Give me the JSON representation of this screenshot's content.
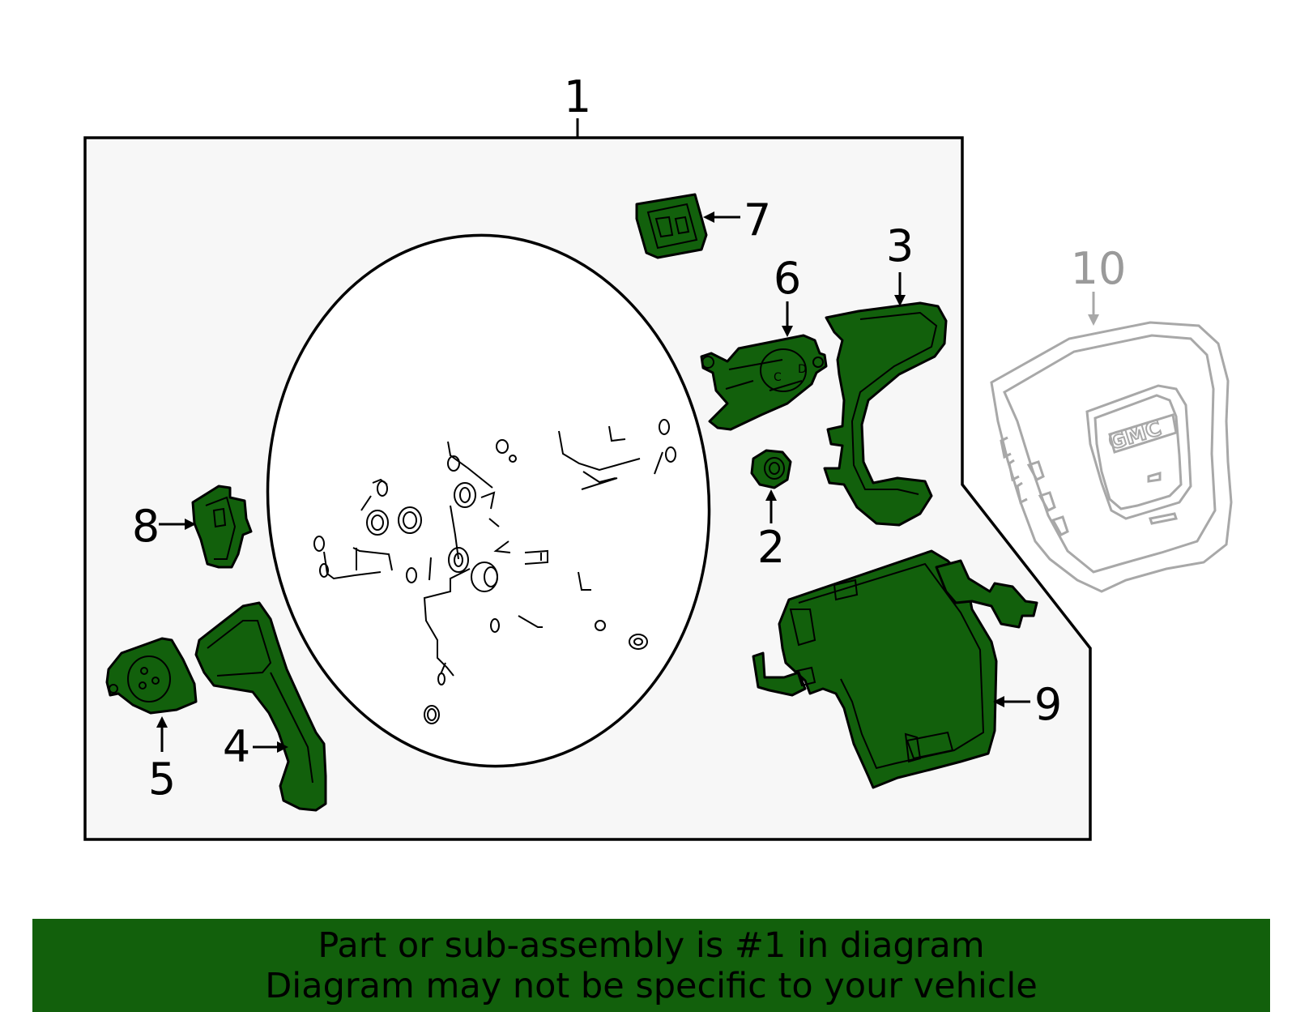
{
  "callouts": {
    "c1": "1",
    "c2": "2",
    "c3": "3",
    "c4": "4",
    "c5": "5",
    "c6": "6",
    "c7": "7",
    "c8": "8",
    "c9": "9",
    "c10": "10"
  },
  "airbag_logo_text": "GMC",
  "footer": {
    "line1": "Part or sub-assembly is #1 in diagram",
    "line2": "Diagram may not be specific to your vehicle"
  },
  "colors": {
    "part_fill": "#12600c",
    "banner": "#12600c",
    "panel": "#f7f7f7",
    "ghost": "#a8a8a8"
  }
}
